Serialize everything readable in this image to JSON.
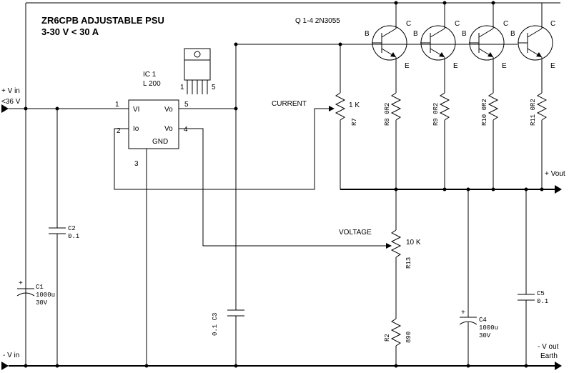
{
  "title": {
    "line1": "ZR6CPB   ADJUSTABLE PSU",
    "line2": "3-30 V  < 30 A"
  },
  "transistors": {
    "label": "Q 1-4     2N3055",
    "pin_b": "B",
    "pin_c": "C",
    "pin_e": "E"
  },
  "ic": {
    "name": "IC 1",
    "part": "L 200",
    "pin_vi": "VI",
    "pin_vo": "Vo",
    "pin_io": "Io",
    "pin_vo2": "Vo",
    "pin_gnd": "GND",
    "pin1": "1",
    "pin2": "2",
    "pin3": "3",
    "pin4": "4",
    "pin5": "5",
    "pkg_pin1": "1",
    "pkg_pin5": "5"
  },
  "inputs": {
    "vin_pos": "+ V in",
    "vin_max": "<36 V",
    "vin_neg": "- V in"
  },
  "outputs": {
    "vout_pos": "+ Vout",
    "vout_neg": "- V out",
    "earth": "Earth"
  },
  "labels": {
    "current": "CURRENT",
    "voltage": "VOLTAGE"
  },
  "components": {
    "r7_name": "R7",
    "r7_value": "1 K",
    "r8": "R8 0R2",
    "r9": "R9 0R2",
    "r10": "R10 0R2",
    "r11": "R11 0R2",
    "r13_name": "R13",
    "r13_value": "10 K",
    "r2_name": "R2",
    "r2_value": "890",
    "c1_name": "C1",
    "c1_value": "1000u",
    "c1_volt": "30V",
    "c2_name": "C2",
    "c2_value": "0.1",
    "c3": "0.1 C3",
    "c4_name": "C4",
    "c4_value": "1000u",
    "c4_volt": "30V",
    "c5_name": "C5",
    "c5_value": "0.1"
  }
}
